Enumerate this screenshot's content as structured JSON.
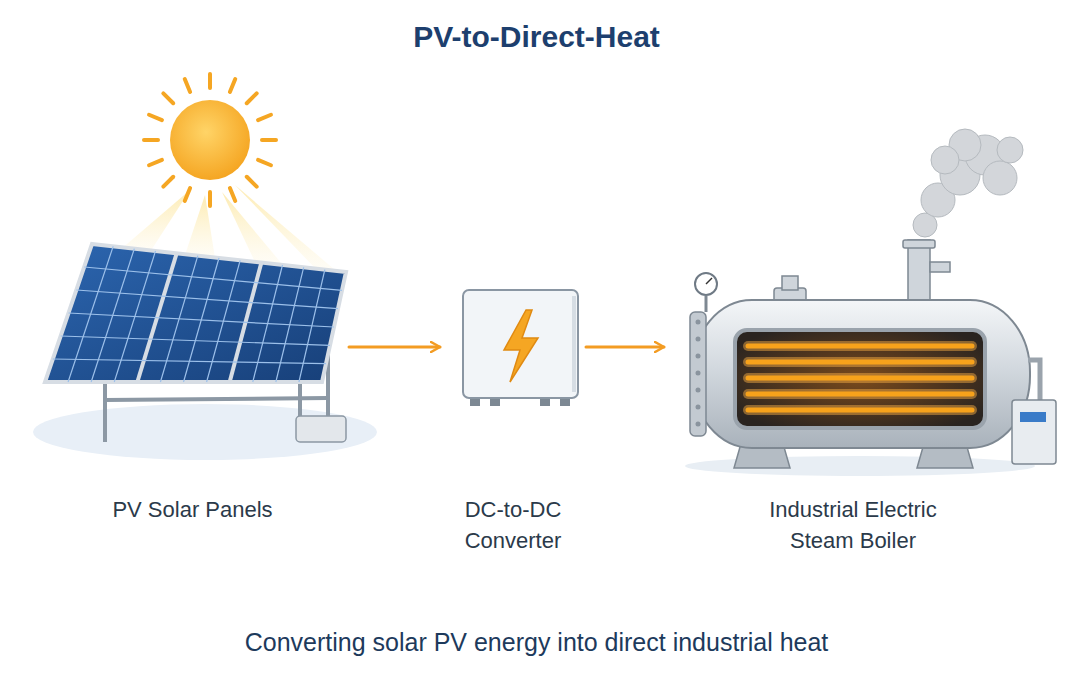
{
  "diagram": {
    "title": "PV-to-Direct-Heat",
    "caption": "Converting solar PV energy into direct industrial heat",
    "nodes": [
      {
        "text": [
          "PV Solar Panels"
        ]
      },
      {
        "text": [
          "DC-to-DC Converter"
        ]
      },
      {
        "text": [
          "Industrial Electric Steam Boiler"
        ]
      }
    ],
    "edges": [
      {
        "from": 0,
        "to": 1,
        "arrow": "to"
      },
      {
        "from": 1,
        "to": 2,
        "arrow": "to"
      }
    ]
  }
}
